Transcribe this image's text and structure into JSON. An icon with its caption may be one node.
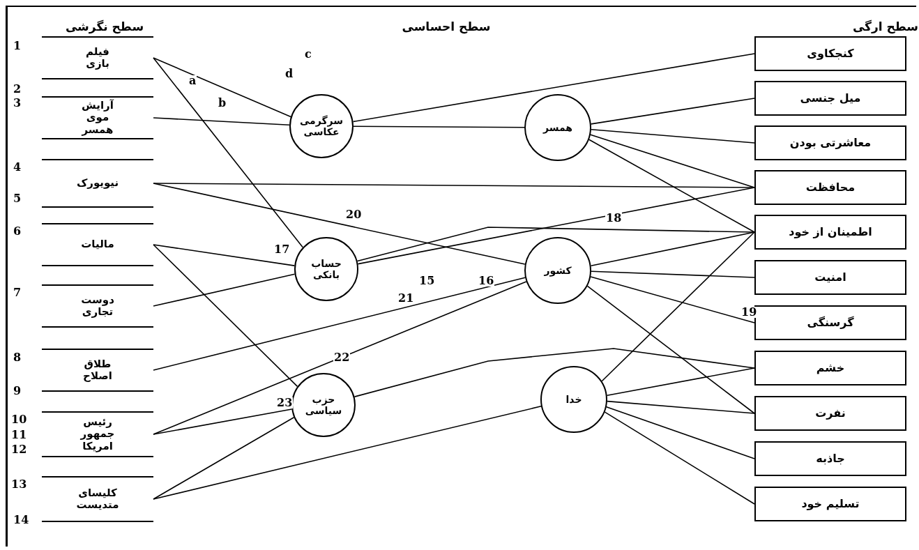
{
  "diagram": {
    "nodes": [
      {
        "text": [
          "فیلم بازی"
        ]
      },
      {
        "text": [
          "آرایش موی همسر"
        ]
      },
      {
        "text": [
          "نیویورک"
        ]
      },
      {
        "text": [
          "مالیات"
        ]
      },
      {
        "text": [
          "دوست تجاری"
        ]
      },
      {
        "text": [
          "طلاق اصلاح"
        ]
      },
      {
        "text": [
          "رئیس جمهور امریکا"
        ]
      },
      {
        "text": [
          "کلیسای متدیست"
        ]
      },
      {
        "text": [
          "سرگرمی عکاسی"
        ]
      },
      {
        "text": [
          "همسر"
        ]
      },
      {
        "text": [
          "حساب بانکی"
        ]
      },
      {
        "text": [
          "کشور"
        ]
      },
      {
        "text": [
          "حزب سیاسی"
        ]
      },
      {
        "text": [
          "خدا"
        ]
      },
      {
        "text": [
          "کنجکاوی"
        ]
      },
      {
        "text": [
          "میل جنسی"
        ]
      },
      {
        "text": [
          "معاشرتی بودن"
        ]
      },
      {
        "text": [
          "محافظت"
        ]
      },
      {
        "text": [
          "اطمینان از خود"
        ]
      },
      {
        "text": [
          "امنیت"
        ]
      },
      {
        "text": [
          "گرسنگی"
        ]
      },
      {
        "text": [
          "خشم"
        ]
      },
      {
        "text": [
          "نفرت"
        ]
      },
      {
        "text": [
          "جاذبه"
        ]
      },
      {
        "text": [
          "تسلیم خود"
        ]
      }
    ],
    "edges": [
      {
        "from": 0,
        "to": 8,
        "arrow": "none"
      },
      {
        "from": 1,
        "to": 8,
        "arrow": "none"
      },
      {
        "from": 8,
        "to": 9,
        "arrow": "none"
      },
      {
        "from": 8,
        "to": 14,
        "arrow": "none"
      },
      {
        "from": 0,
        "to": 10,
        "arrow": "none"
      },
      {
        "from": 9,
        "to": 15,
        "arrow": "none"
      },
      {
        "from": 9,
        "to": 16,
        "arrow": "none"
      },
      {
        "from": 9,
        "to": 17,
        "arrow": "none"
      },
      {
        "from": 9,
        "to": 18,
        "arrow": "none"
      },
      {
        "from": 2,
        "to": 17,
        "arrow": "none"
      },
      {
        "from": 2,
        "to": 11,
        "arrow": "none"
      },
      {
        "from": 3,
        "to": 10,
        "arrow": "none"
      },
      {
        "from": 3,
        "to": 12,
        "arrow": "none"
      },
      {
        "from": 4,
        "to": 10,
        "arrow": "none"
      },
      {
        "from": 5,
        "to": 11,
        "arrow": "none"
      },
      {
        "from": 6,
        "to": 12,
        "arrow": "none"
      },
      {
        "from": 6,
        "to": 11,
        "arrow": "none"
      },
      {
        "from": 7,
        "to": 12,
        "arrow": "none"
      },
      {
        "from": 7,
        "to": 13,
        "arrow": "none"
      },
      {
        "from": 10,
        "to": 17,
        "arrow": "none"
      },
      {
        "from": 10,
        "to": 18,
        "arrow": "none"
      },
      {
        "from": 11,
        "to": 18,
        "arrow": "none"
      },
      {
        "from": 11,
        "to": 19,
        "arrow": "none"
      },
      {
        "from": 11,
        "to": 20,
        "arrow": "none"
      },
      {
        "from": 11,
        "to": 22,
        "arrow": "none"
      },
      {
        "from": 12,
        "to": 21,
        "arrow": "none"
      },
      {
        "from": 13,
        "to": 18,
        "arrow": "none"
      },
      {
        "from": 13,
        "to": 21,
        "arrow": "none"
      },
      {
        "from": 13,
        "to": 22,
        "arrow": "none"
      },
      {
        "from": 13,
        "to": 23,
        "arrow": "none"
      },
      {
        "from": 13,
        "to": 24,
        "arrow": "none"
      }
    ],
    "labels": [
      "سطح ارگی",
      "سطح احساسی",
      "سطح نگرشی",
      "1",
      "2",
      "3",
      "4",
      "5",
      "6",
      "7",
      "8",
      "9",
      "10",
      "11",
      "12",
      "13",
      "14",
      "a",
      "c",
      "d",
      "b",
      "20",
      "18",
      "17",
      "15",
      "16",
      "21",
      "19",
      "22",
      "23"
    ]
  }
}
